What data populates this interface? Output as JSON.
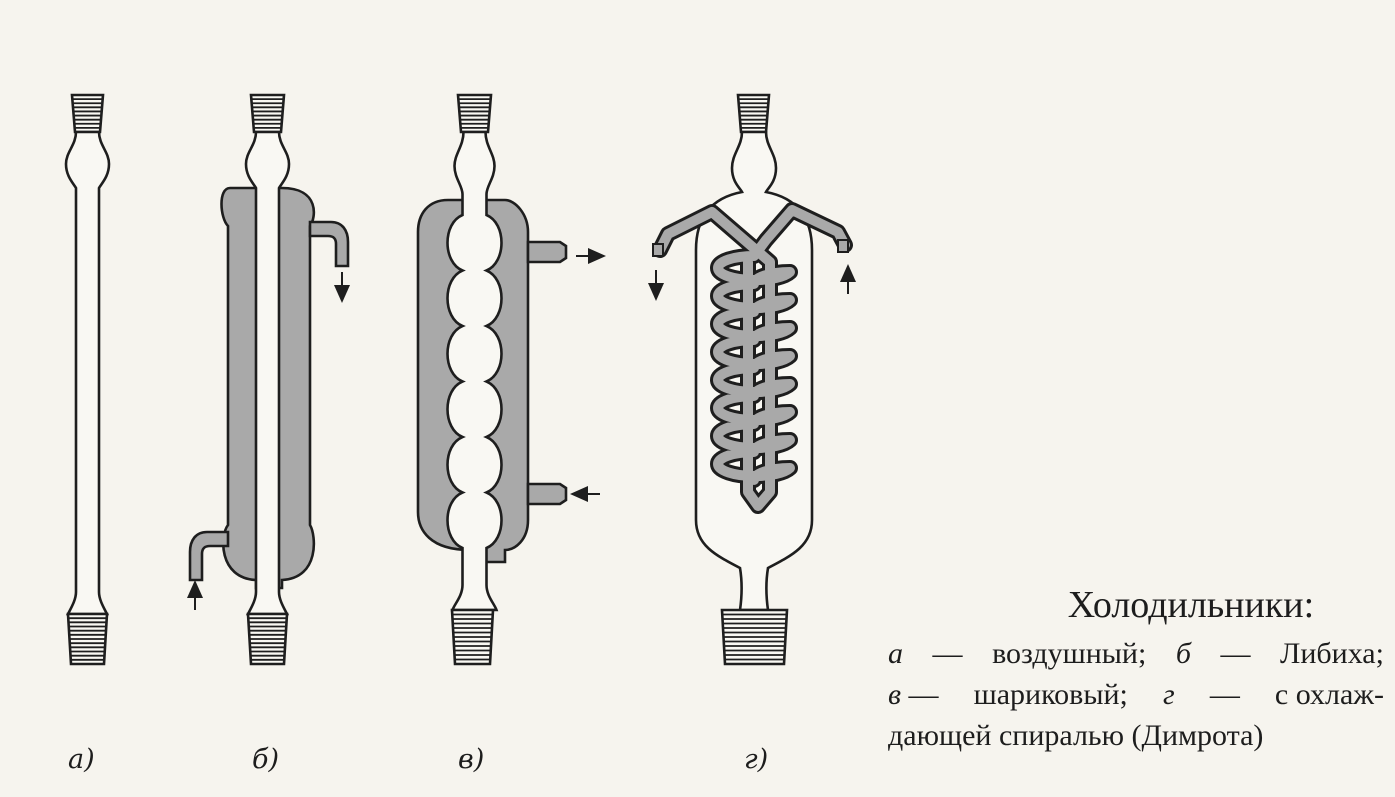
{
  "panels": [
    {
      "label": "а)"
    },
    {
      "label": "б)"
    },
    {
      "label": "в)"
    },
    {
      "label": "г)"
    }
  ],
  "caption": {
    "title": "Холодильники:",
    "items": [
      {
        "letter": "а",
        "text": "воздушный;"
      },
      {
        "letter": "б",
        "text": "Либиха;"
      },
      {
        "letter": "в",
        "text": "шариковый;"
      },
      {
        "letter": "г",
        "text": "с охлаж-"
      }
    ],
    "continuation": "дающей спиралью (Димрота)",
    "dash": "—"
  },
  "colors": {
    "glass_stroke": "#1e1e1e",
    "coolant_fill": "#a9a9a9",
    "paper": "#f6f4ee"
  },
  "icons": [
    "ground-joint-icon",
    "arrow-up-icon",
    "arrow-down-icon",
    "arrow-right-icon",
    "arrow-left-icon"
  ]
}
